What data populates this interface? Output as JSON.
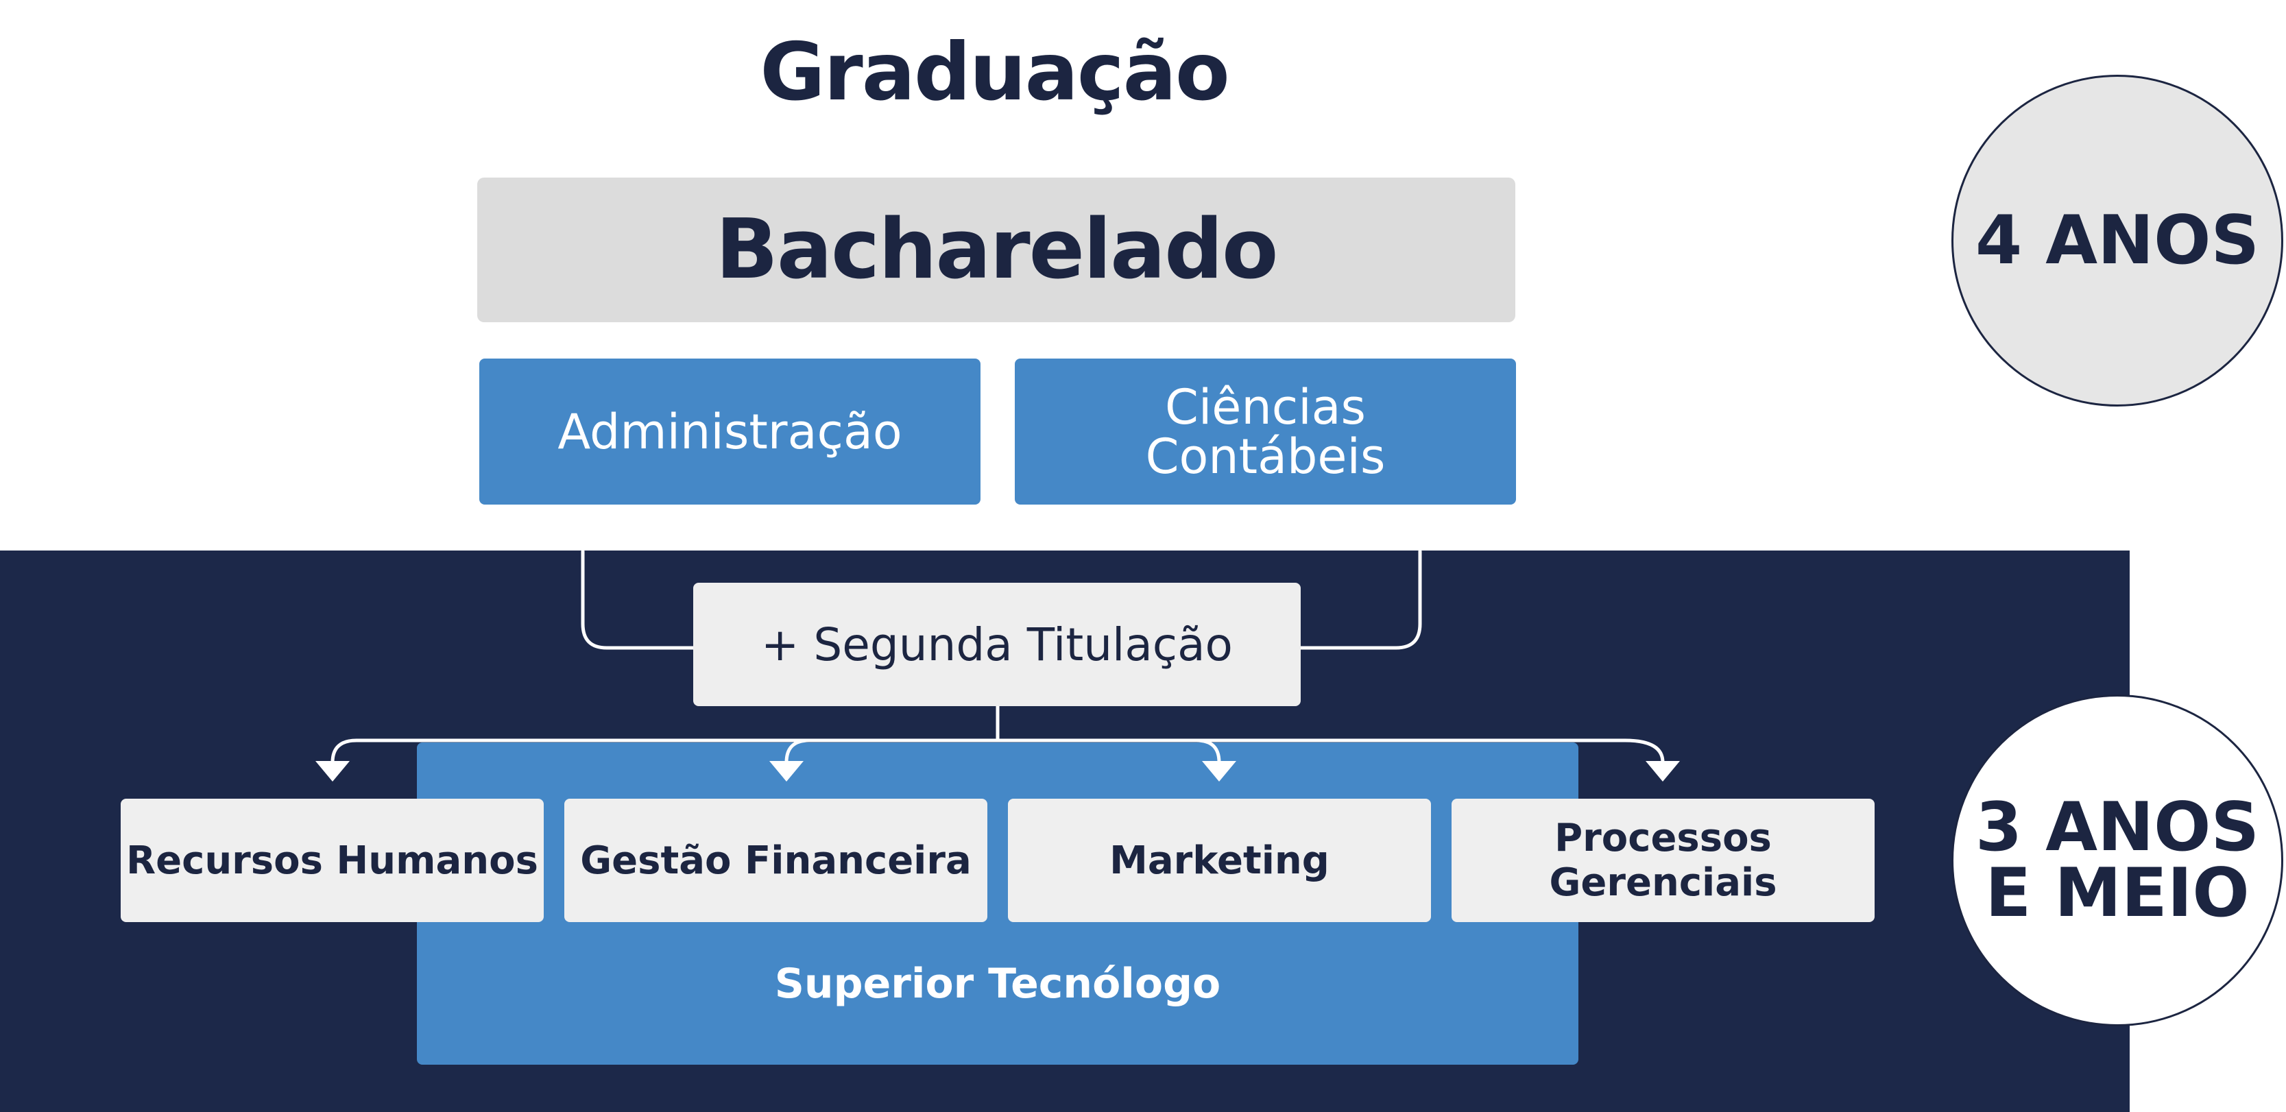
{
  "diagram": {
    "title": "Graduação",
    "bachelor": {
      "title": "Bacharelado",
      "courses": [
        {
          "label": "Administração"
        },
        {
          "line1": "Ciências",
          "line2": "Contábeis"
        }
      ]
    },
    "second_degree": "+ Segunda Titulação",
    "technologist": {
      "label": "Superior Tecnólogo",
      "tracks": [
        "Recursos Humanos",
        "Gestão Financeira",
        "Marketing",
        "Processos Gerenciais"
      ]
    },
    "durations": {
      "bachelor": "4 ANOS",
      "technologist": {
        "line1": "3 ANOS",
        "line2": "E MEIO"
      }
    }
  },
  "colors": {
    "navy": "#1c2849",
    "blue": "#4588c7",
    "light_gray": "#dcdcdc",
    "box_gray": "#efefef",
    "text_dark": "#1c2541"
  }
}
